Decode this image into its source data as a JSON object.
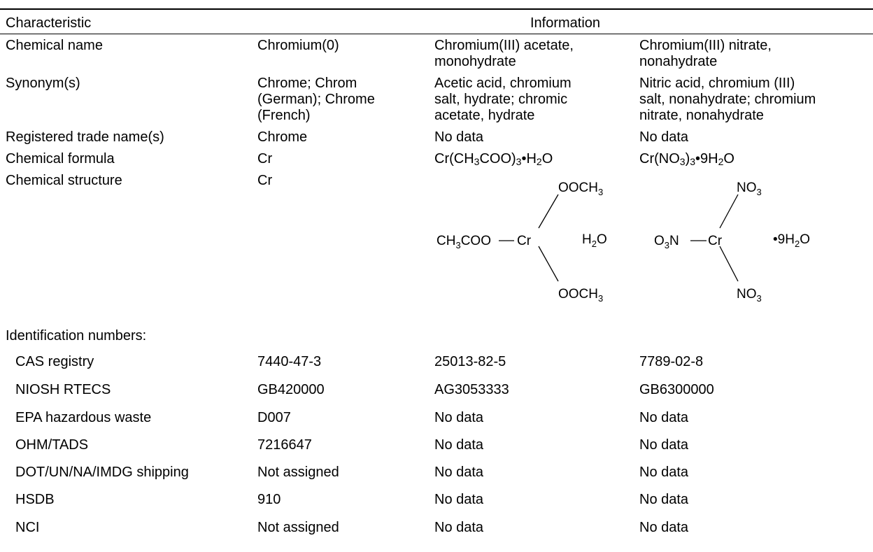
{
  "header": {
    "characteristic": "Characteristic",
    "information": "Information"
  },
  "rows": {
    "chemical_name": {
      "label": "Chemical name",
      "values": [
        "Chromium(0)",
        "Chromium(III) acetate,\nmonohydrate",
        "Chromium(III) nitrate,\nnonahydrate"
      ]
    },
    "synonyms": {
      "label": "Synonym(s)",
      "values": [
        "Chrome; Chrom\n(German); Chrome\n(French)",
        "Acetic acid, chromium\nsalt, hydrate; chromic\nacetate, hydrate",
        "Nitric acid, chromium (III)\nsalt, nonahydrate; chromium\nnitrate, nonahydrate"
      ]
    },
    "trade_names": {
      "label": "Registered trade name(s)",
      "values": [
        "Chrome",
        "No data",
        "No data"
      ]
    },
    "formula": {
      "label": "Chemical formula",
      "values": [
        "Cr"
      ],
      "acetate": {
        "p1": "Cr(CH",
        "s1": "3",
        "p2": "COO)",
        "s2": "3",
        "p3": "•H",
        "s3": "2",
        "p4": "O"
      },
      "nitrate": {
        "p1": "Cr(NO",
        "s1": "3",
        "p2": ")",
        "s2": "3",
        "p3": "•9H",
        "s3": "2",
        "p4": "O"
      }
    },
    "structure": {
      "label": "Chemical structure",
      "cr_text": "Cr",
      "acetate": {
        "top": "OOCH",
        "top_sub": "3",
        "left": "CH",
        "left_sub": "3",
        "left_tail": "COO",
        "center": "Cr",
        "water": "H",
        "water_sub": "2",
        "water_tail": "O",
        "bottom": "OOCH",
        "bottom_sub": "3"
      },
      "nitrate": {
        "top": "NO",
        "top_sub": "3",
        "left": "O",
        "left_sub": "3",
        "left_tail": "N",
        "center": "Cr",
        "water": "•9H",
        "water_sub": "2",
        "water_tail": "O",
        "bottom": "NO",
        "bottom_sub": "3"
      }
    }
  },
  "identification": {
    "heading": "Identification numbers:",
    "rows": [
      {
        "label": "CAS registry",
        "values": [
          "7440-47-3",
          "25013-82-5",
          "7789-02-8"
        ]
      },
      {
        "label": "NIOSH RTECS",
        "values": [
          "GB420000",
          "AG3053333",
          "GB6300000"
        ]
      },
      {
        "label": "EPA hazardous waste",
        "values": [
          "D007",
          "No data",
          "No data"
        ]
      },
      {
        "label": "OHM/TADS",
        "values": [
          "7216647",
          "No data",
          "No data"
        ]
      },
      {
        "label": "DOT/UN/NA/IMDG shipping",
        "values": [
          "Not assigned",
          "No data",
          "No data"
        ]
      },
      {
        "label": "HSDB",
        "values": [
          "910",
          "No data",
          "No data"
        ]
      },
      {
        "label": "NCI",
        "values": [
          "Not assigned",
          "No data",
          "No data"
        ]
      }
    ]
  }
}
